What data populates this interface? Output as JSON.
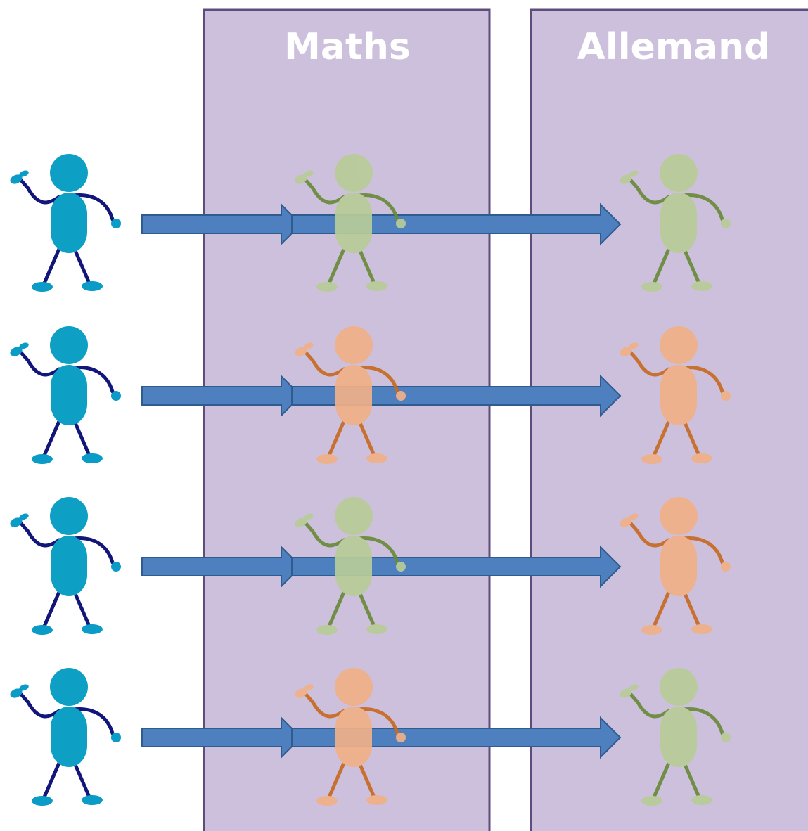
{
  "columns": [
    {
      "title": "Maths",
      "fill": "#cdc0dc",
      "border": "#5e4d7c"
    },
    {
      "title": "Allemand",
      "fill": "#cdc0dc",
      "border": "#5e4d7c"
    }
  ],
  "palette": {
    "blue": {
      "body": "#0ea0c4",
      "limb": "#12157a",
      "foot": "#0a9bc6"
    },
    "green": {
      "body": "#b8cc98",
      "limb": "#6a8a3a",
      "foot": "#b8cc98"
    },
    "orange": {
      "body": "#f0b088",
      "limb": "#c86a22",
      "foot": "#f0b088"
    }
  },
  "arrow_color": "#4e7fbf",
  "arrow_border": "#2e5c8f",
  "rows": [
    {
      "start": "blue",
      "after_maths": "green",
      "after_allemand": "green"
    },
    {
      "start": "blue",
      "after_maths": "orange",
      "after_allemand": "orange"
    },
    {
      "start": "blue",
      "after_maths": "green",
      "after_allemand": "orange"
    },
    {
      "start": "blue",
      "after_maths": "orange",
      "after_allemand": "green"
    }
  ]
}
